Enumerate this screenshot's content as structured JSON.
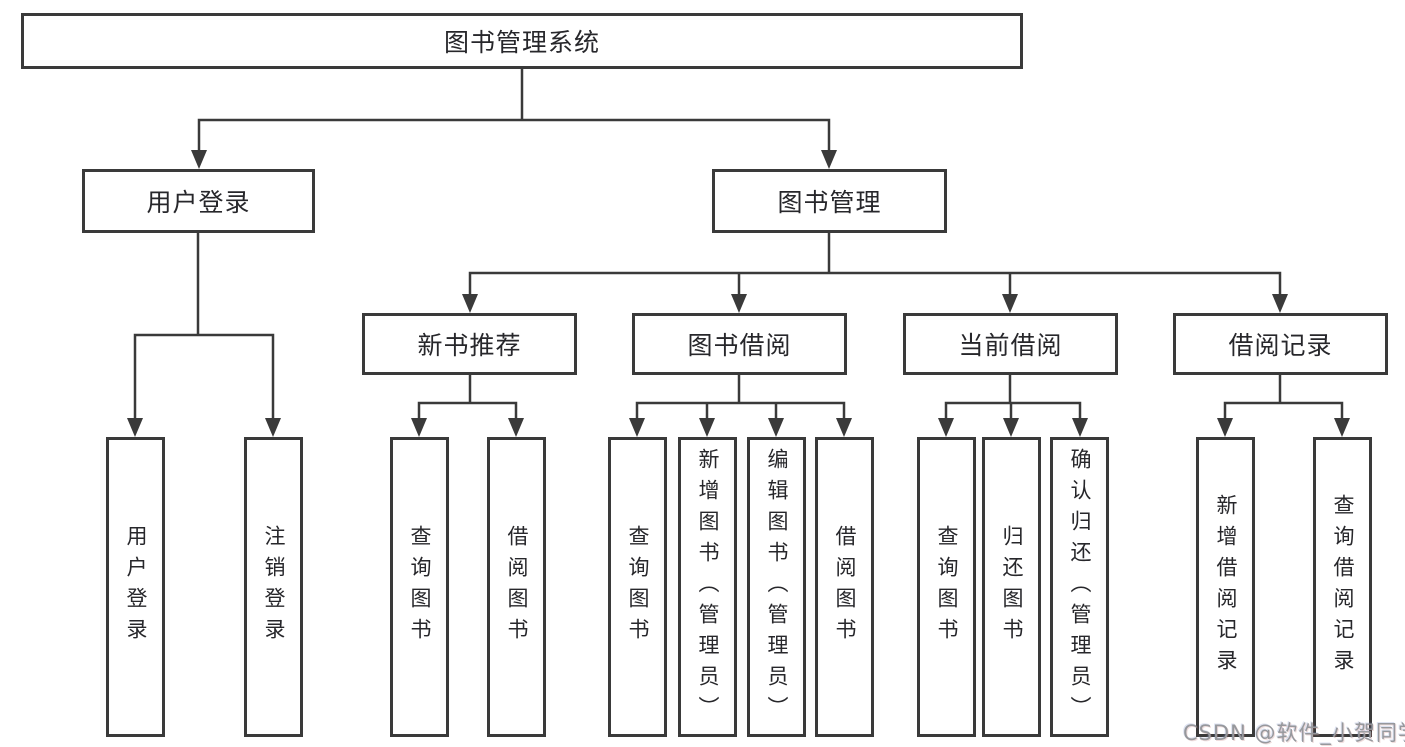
{
  "tree": {
    "root": {
      "label": "图书管理系统",
      "children": [
        {
          "label": "用户登录",
          "children": [
            {
              "label": "用户登录"
            },
            {
              "label": "注销登录"
            }
          ]
        },
        {
          "label": "图书管理",
          "children": [
            {
              "label": "新书推荐",
              "children": [
                {
                  "label": "查询图书"
                },
                {
                  "label": "借阅图书"
                }
              ]
            },
            {
              "label": "图书借阅",
              "children": [
                {
                  "label": "查询图书"
                },
                {
                  "label": "新增图书（管理员）"
                },
                {
                  "label": "编辑图书（管理员）"
                },
                {
                  "label": "借阅图书"
                }
              ]
            },
            {
              "label": "当前借阅",
              "children": [
                {
                  "label": "查询图书"
                },
                {
                  "label": "归还图书"
                },
                {
                  "label": "确认归还（管理员）"
                }
              ]
            },
            {
              "label": "借阅记录",
              "children": [
                {
                  "label": "新增借阅记录"
                },
                {
                  "label": "查询借阅记录"
                }
              ]
            }
          ]
        }
      ]
    }
  },
  "watermark": {
    "text": "CSDN @软件_小贺同学"
  },
  "colors": {
    "line": "#3a3a3a",
    "text": "#27272b",
    "watermark": "#96989c",
    "background": "#ffffff"
  }
}
